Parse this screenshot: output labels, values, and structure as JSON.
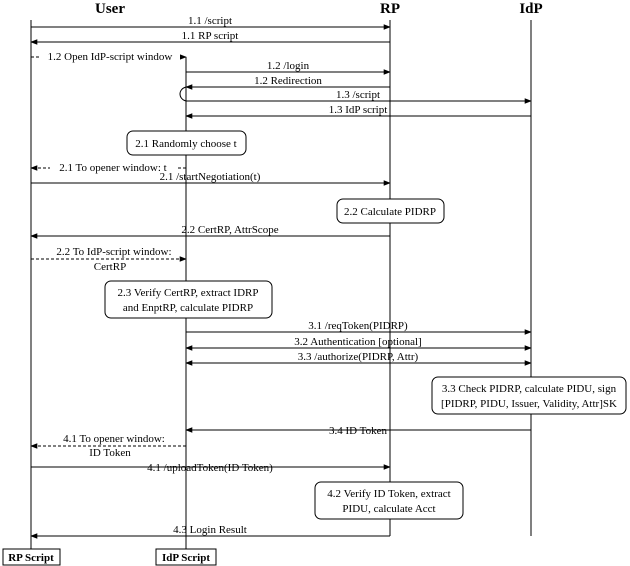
{
  "actors": {
    "user": "User",
    "rp": "RP",
    "idp": "IdP",
    "rp_script": "RP Script",
    "idp_script": "IdP Script"
  },
  "messages": [
    {
      "id": "m11a",
      "text": "1.1 /script"
    },
    {
      "id": "m11b",
      "text": "1.1 RP script"
    },
    {
      "id": "m12",
      "text": "1.2 Open IdP-script window"
    },
    {
      "id": "m12login",
      "text": "1.2 /login"
    },
    {
      "id": "m12redir",
      "text": "1.2 Redirection"
    },
    {
      "id": "m13a",
      "text": "1.3 /script"
    },
    {
      "id": "m13b",
      "text": "1.3 IdP script"
    },
    {
      "id": "m21a",
      "text": "2.1 To opener window: t"
    },
    {
      "id": "m21b",
      "text": "2.1 /startNegotiation(t)"
    },
    {
      "id": "m22a",
      "text": "2.2 CertRP, AttrScope"
    },
    {
      "id": "m22b1",
      "text": "2.2 To IdP-script window:"
    },
    {
      "id": "m22b2",
      "text": "CertRP"
    },
    {
      "id": "m31",
      "text": "3.1 /reqToken(PIDRP)"
    },
    {
      "id": "m32",
      "text": "3.2 Authentication [optional]"
    },
    {
      "id": "m33",
      "text": "3.3 /authorize(PIDRP, Attr)"
    },
    {
      "id": "m34",
      "text": "3.4 ID Token"
    },
    {
      "id": "m41a1",
      "text": "4.1 To opener window:"
    },
    {
      "id": "m41a2",
      "text": "ID Token"
    },
    {
      "id": "m41b",
      "text": "4.1 /uploadToken(ID Token)"
    },
    {
      "id": "m43",
      "text": "4.3 Login Result"
    }
  ],
  "notes": [
    {
      "id": "n21",
      "lines": [
        "2.1 Randomly choose t"
      ]
    },
    {
      "id": "n22",
      "lines": [
        "2.2 Calculate PIDRP"
      ]
    },
    {
      "id": "n23",
      "lines": [
        "2.3 Verify CertRP, extract IDRP",
        "and EnptRP, calculate PIDRP"
      ]
    },
    {
      "id": "n33",
      "lines": [
        "3.3 Check PIDRP, calculate PIDU, sign",
        "[PIDRP, PIDU, Issuer, Validity, Attr]SK"
      ]
    },
    {
      "id": "n42",
      "lines": [
        "4.2 Verify ID Token, extract",
        "PIDU, calculate Acct"
      ]
    }
  ]
}
